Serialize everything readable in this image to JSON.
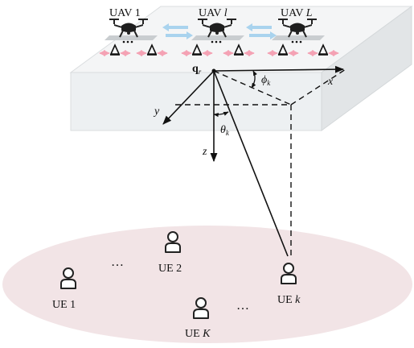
{
  "uavs": [
    {
      "prefix": "UAV ",
      "index": "1"
    },
    {
      "prefix": "UAV ",
      "index": "l"
    },
    {
      "prefix": "UAV ",
      "index": "L"
    }
  ],
  "ues": [
    {
      "prefix": "UE ",
      "index": "1"
    },
    {
      "prefix": "UE ",
      "index": "2"
    },
    {
      "prefix": "UE ",
      "index": "k"
    },
    {
      "prefix": "UE ",
      "index": "K"
    }
  ],
  "ellipsis": "…",
  "axes": {
    "x": "x",
    "y": "y",
    "z": "z"
  },
  "reference_point": {
    "symbol": "q",
    "subscript": "r"
  },
  "angles": {
    "phi": {
      "symbol": "ϕ",
      "subscript": "k"
    },
    "theta": {
      "symbol": "θ",
      "subscript": "k"
    }
  },
  "colors": {
    "platform_top": "#eef0f1",
    "platform_side": "#e1e4e5",
    "ground": "#f2e4e6",
    "pink_arrow": "#f4a2b4",
    "blue_arrow": "#a9d3ee",
    "line": "#111111"
  }
}
